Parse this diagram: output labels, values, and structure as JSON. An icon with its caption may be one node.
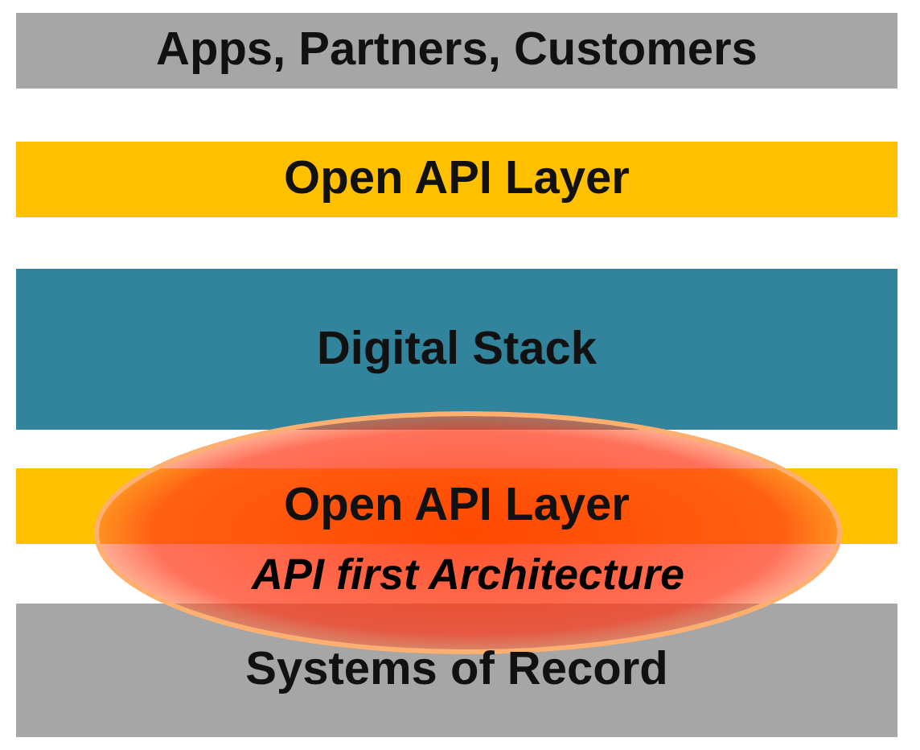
{
  "diagram": {
    "nodes": [
      {
        "text": [
          "Apps, Partners, Customers"
        ]
      },
      {
        "text": [
          "Open API Layer"
        ]
      },
      {
        "text": [
          "Digital Stack"
        ]
      },
      {
        "text": [
          "Open API Layer"
        ]
      },
      {
        "text": [
          "Systems of Record"
        ]
      },
      {
        "text": [
          "API first Architecture"
        ]
      }
    ],
    "edges": []
  }
}
